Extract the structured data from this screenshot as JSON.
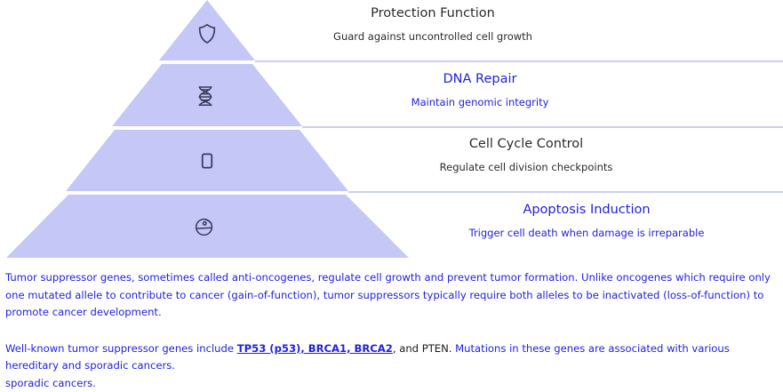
{
  "diagram": {
    "type": "pyramid",
    "name": "tumor-suppressor-gene-functions",
    "fill_color": "#c5c8f7",
    "divider_color": "#9aa0d8",
    "blue_text_color": "#2222dd",
    "dark_text_color": "#2b2b2b",
    "levels": [
      {
        "index": 1,
        "icon": "shield-icon",
        "title": "Protection Function",
        "subtitle": "Guard against uncontrolled cell growth",
        "tone": "dark"
      },
      {
        "index": 2,
        "icon": "dna-helix-icon",
        "title": "DNA Repair",
        "subtitle": "Maintain genomic integrity",
        "tone": "blue"
      },
      {
        "index": 3,
        "icon": "rounded-square-icon",
        "title": "Cell Cycle Control",
        "subtitle": "Regulate cell division checkpoints",
        "tone": "dark"
      },
      {
        "index": 4,
        "icon": "cell-apoptosis-icon",
        "title": "Apoptosis Induction",
        "subtitle": "Trigger cell death when damage is irreparable",
        "tone": "blue"
      }
    ]
  },
  "body": {
    "paragraph1": "Tumor suppressor genes, sometimes called anti-oncogenes, regulate cell growth and prevent tumor formation. Unlike oncogenes which require only one mutated allele to contribute to cancer (gain-of-function), tumor suppressors typically require both alleles to be inactivated (loss-of-function) to promote cancer development.",
    "paragraph2_lead": "Well-known tumor suppressor genes include ",
    "paragraph2_genes": "TP53 (p53), BRCA1, BRCA2",
    "paragraph2_mid": ", and PTEN. ",
    "paragraph2_tail": "Mutations in these genes are associated with various hereditary and sporadic cancers.",
    "paragraph2_overflow": "sporadic cancers."
  }
}
